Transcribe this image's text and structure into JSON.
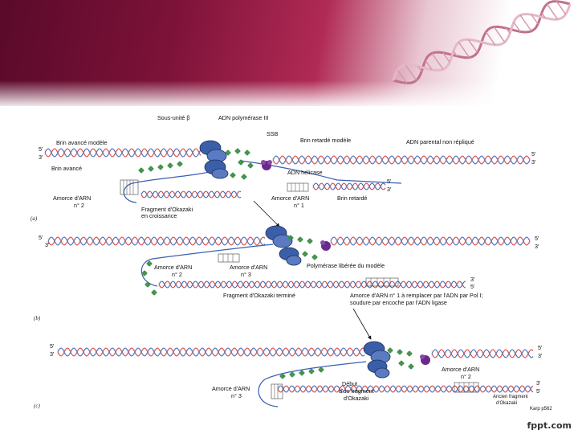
{
  "brand": {
    "name": "fppt.com"
  },
  "colors": {
    "banner_dark": "#5a0a2a",
    "banner_mid": "#b02a55",
    "strand_red": "#d23a3a",
    "strand_blue": "#3a5fb5",
    "polymerase_blue": "#3b5ea8",
    "ssb_green": "#3f8f4a",
    "helicase_purple": "#6a2a8a"
  },
  "panel_a": {
    "tag": "(a)",
    "labels": {
      "sous_unite": "Sous-unité β",
      "polymerase": "ADN polymérase III",
      "ssb": "SSB",
      "brin_avance_modele": "Brin avancé modèle",
      "brin_retarde_modele": "Brin retardé modèle",
      "parental": "ADN parental non répliqué",
      "brin_avance": "Brin avancé",
      "helicase": "ADN hélicase",
      "amorce2_l1": "Amorce d'ARN",
      "amorce2_l2": "n° 2",
      "amorce1_l1": "Amorce d'ARN",
      "amorce1_l2": "n° 1",
      "brin_retarde": "Brin retardé",
      "fragment_l1": "Fragment d'Okazaki",
      "fragment_l2": "en croissance",
      "p5_left": "5'",
      "p3_left": "3'",
      "p5_right": "5'",
      "p3_right": "3'",
      "p5_mid": "5'",
      "p3_mid": "3'"
    }
  },
  "panel_b": {
    "tag": "(b)",
    "labels": {
      "p5_left": "5'",
      "p3_left": "3'",
      "p5_right": "5'",
      "p3_right": "3'",
      "amorce2_l1": "Amorce d'ARN",
      "amorce2_l2": "n° 2",
      "amorce3_l1": "Amorce d'ARN",
      "amorce3_l2": "n° 3",
      "polymerase_liberee": "Polymérase libérée du modèle",
      "fragment_termine": "Fragment d'Okazaki terminé",
      "replace_l1": "Amorce d'ARN n° 1 à remplacer par l'ADN par Pol I;",
      "replace_l2": "soudure par encoche par l'ADN ligase",
      "p3_mid": "3'",
      "p5_mid": "5'"
    }
  },
  "panel_c": {
    "tag": "(c)",
    "labels": {
      "p5_left": "5'",
      "p3_left": "3'",
      "p5_right": "5'",
      "p3_right": "3'",
      "amorce2_l1": "Amorce d'ARN",
      "amorce2_l2": "n° 2",
      "amorce3_l1": "Amorce d'ARN",
      "amorce3_l2": "n° 3",
      "debut_l1": "Début",
      "debut_l2": "d'un fragment",
      "debut_l3": "d'Okazaki",
      "ancien_l1": "Ancien fragment",
      "ancien_l2": "d'Okazaki",
      "p3_end": "3'",
      "p5_end": "5'"
    }
  },
  "source_note": "Karp p562"
}
